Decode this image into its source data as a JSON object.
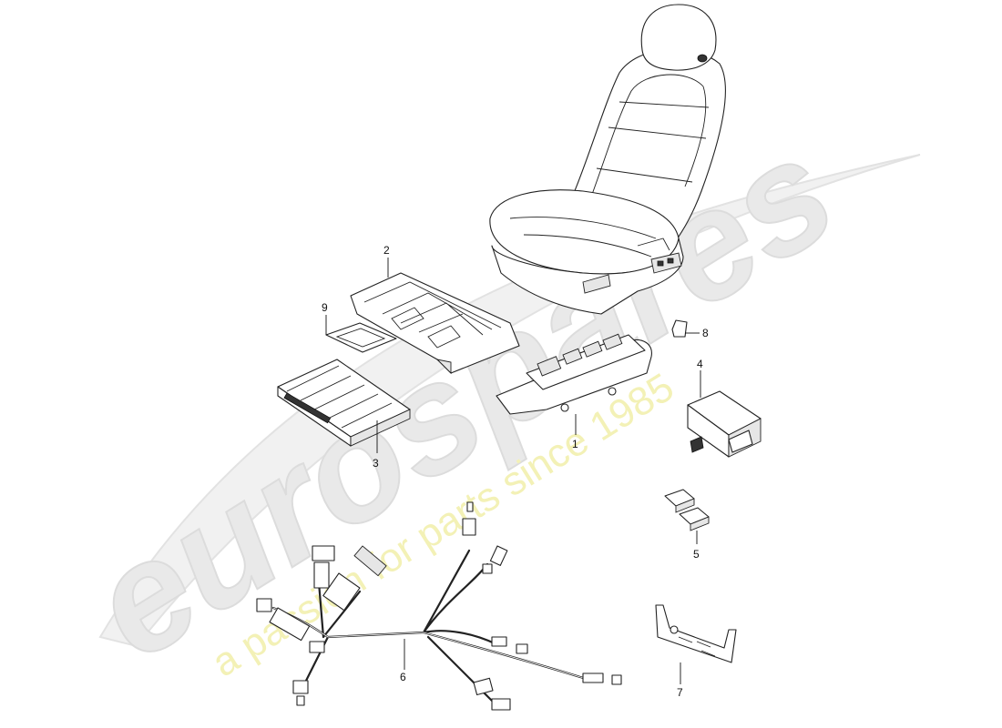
{
  "watermark": {
    "logo_text": "eurospares",
    "tagline": "a passion for parts since 1985"
  },
  "callouts": {
    "c1": "1",
    "c2": "2",
    "c3": "3",
    "c4": "4",
    "c5": "5",
    "c6": "6",
    "c7": "7",
    "c8": "8",
    "c9": "9"
  }
}
